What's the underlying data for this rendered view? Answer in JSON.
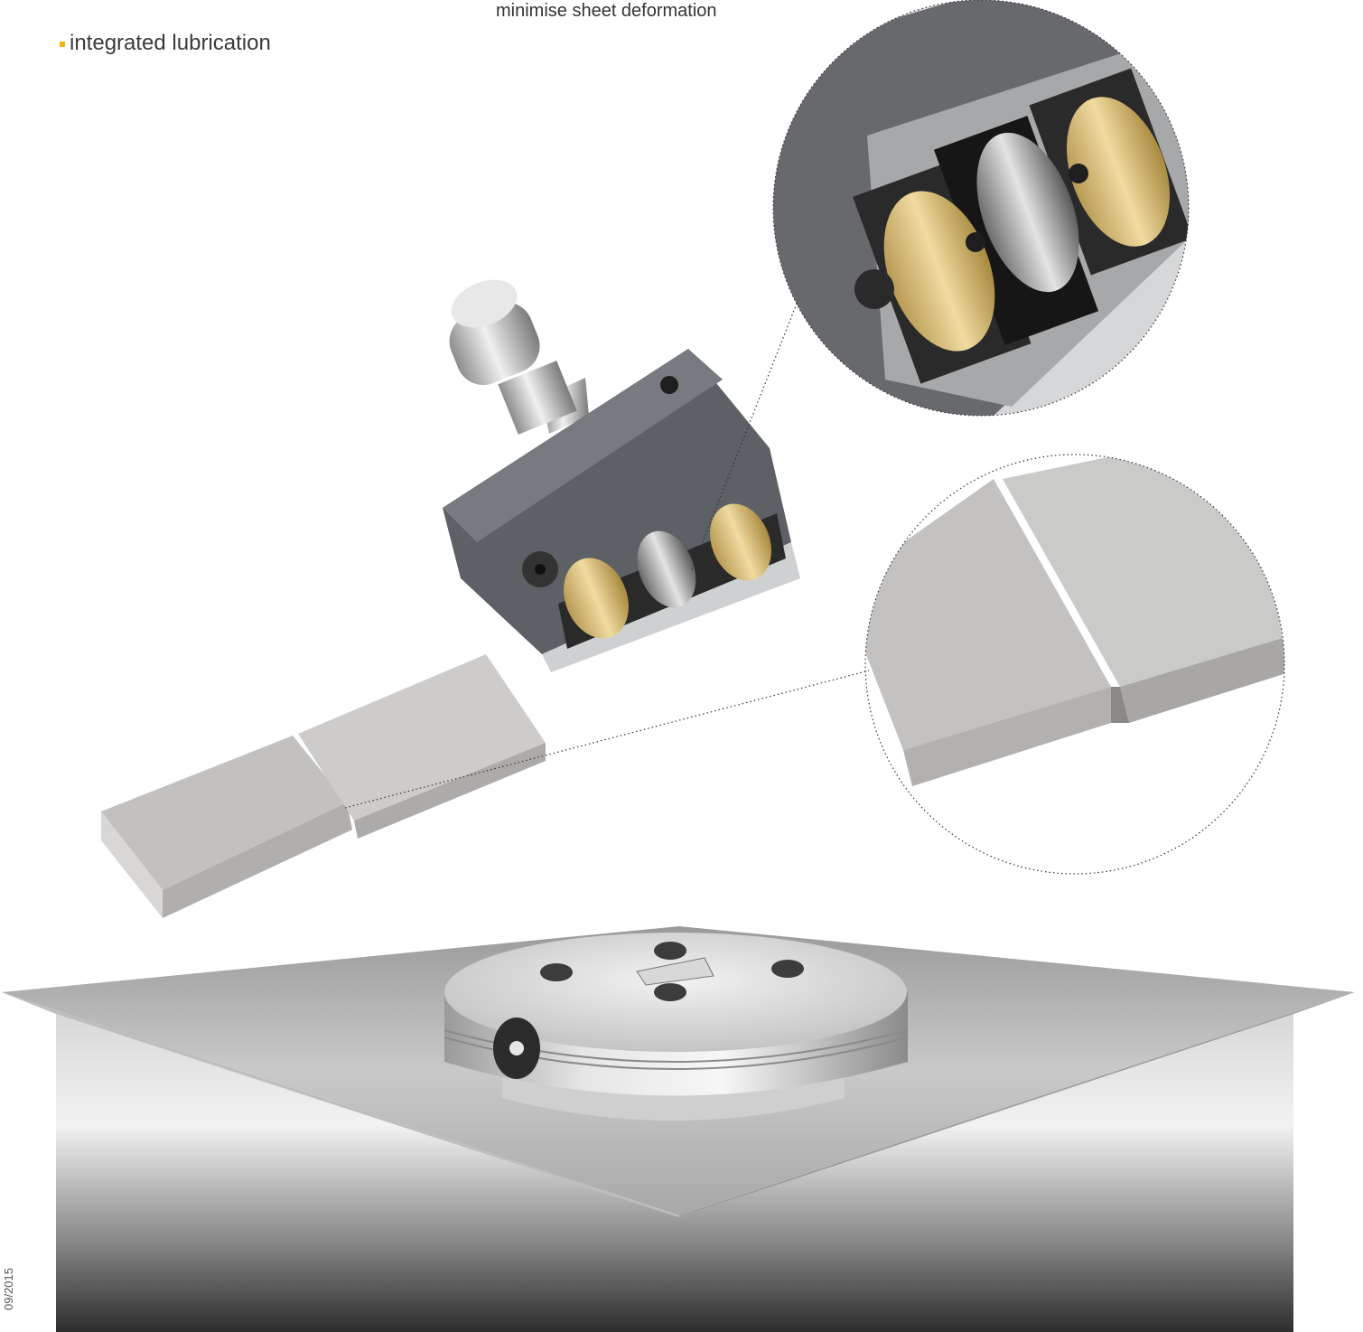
{
  "texts": {
    "top_caption": "minimise sheet deformation",
    "bullet_item": "integrated lubrication",
    "date_code": "09/2015"
  },
  "colors": {
    "bullet_accent": "#f5b800",
    "roller_yellow": "#d9bf7a",
    "tool_dark": "#5a5d61",
    "strip_grey": "#c7c6c4"
  },
  "icons": {
    "bullet": "square-bullet"
  }
}
